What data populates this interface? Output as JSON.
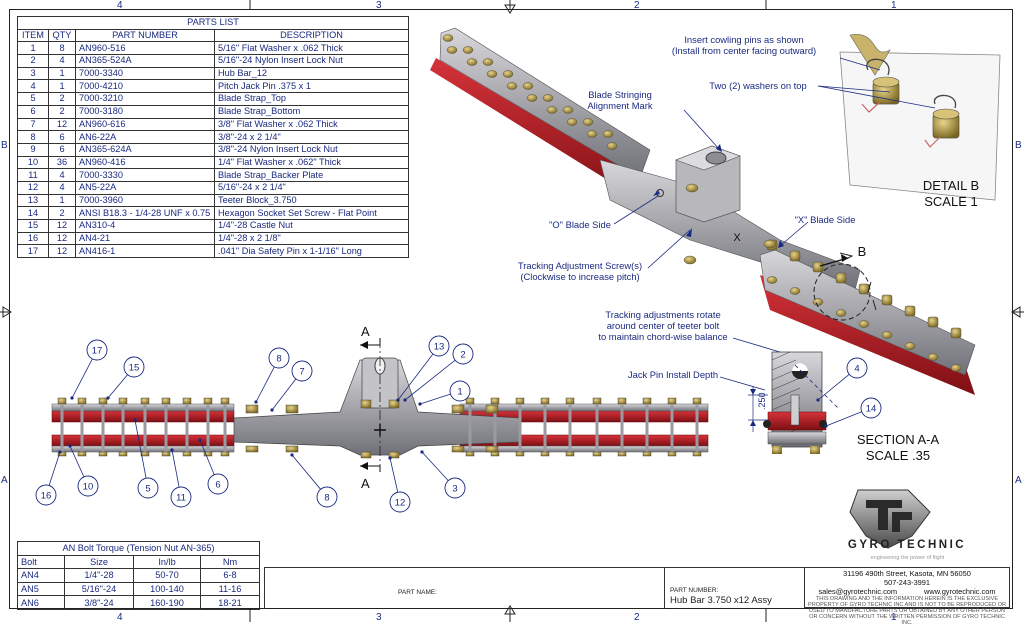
{
  "zones": {
    "top": [
      "4",
      "3",
      "2",
      "1"
    ],
    "left": [
      "B",
      "A"
    ],
    "right": [
      "B",
      "A"
    ]
  },
  "parts_list": {
    "title": "PARTS LIST",
    "headers": [
      "ITEM",
      "QTY",
      "PART NUMBER",
      "DESCRIPTION"
    ],
    "rows": [
      [
        "1",
        "8",
        "AN960-516",
        "5/16\" Flat Washer x .062 Thick"
      ],
      [
        "2",
        "4",
        "AN365-524A",
        "5/16\"-24 Nylon Insert Lock Nut"
      ],
      [
        "3",
        "1",
        "7000-3340",
        "Hub Bar_12"
      ],
      [
        "4",
        "1",
        "7000-4210",
        "Pitch Jack Pin .375 x 1"
      ],
      [
        "5",
        "2",
        "7000-3210",
        "Blade Strap_Top"
      ],
      [
        "6",
        "2",
        "7000-3180",
        "Blade Strap_Bottom"
      ],
      [
        "7",
        "12",
        "AN960-616",
        "3/8\" Flat Washer x .062 Thick"
      ],
      [
        "8",
        "6",
        "AN6-22A",
        "3/8\"-24 x 2 1/4\""
      ],
      [
        "9",
        "6",
        "AN365-624A",
        "3/8\"-24 Nylon Insert Lock Nut"
      ],
      [
        "10",
        "36",
        "AN960-416",
        "1/4\" Flat Washer x .062\" Thick"
      ],
      [
        "11",
        "4",
        "7000-3330",
        "Blade Strap_Backer Plate"
      ],
      [
        "12",
        "4",
        "AN5-22A",
        "5/16\"-24 x 2 1/4\""
      ],
      [
        "13",
        "1",
        "7000-3960",
        "Teeter Block_3.750"
      ],
      [
        "14",
        "2",
        "ANSI B18.3 - 1/4-28 UNF x 0.75",
        "Hexagon Socket Set Screw - Flat Point"
      ],
      [
        "15",
        "12",
        "AN310-4",
        "1/4\"-28 Castle Nut"
      ],
      [
        "16",
        "12",
        "AN4-21",
        "1/4\"-28 x 2 1/8\""
      ],
      [
        "17",
        "12",
        "AN416-1",
        ".041\" Dia Safety Pin x 1-1/16\" Long"
      ]
    ]
  },
  "torque_table": {
    "title": "AN Bolt Torque (Tension Nut AN-365)",
    "headers": [
      "Bolt",
      "Size",
      "In/lb",
      "Nm"
    ],
    "rows": [
      [
        "AN4",
        "1/4\"-28",
        "50-70",
        "6-8"
      ],
      [
        "AN5",
        "5/16\"-24",
        "100-140",
        "11-16"
      ],
      [
        "AN6",
        "3/8\"-24",
        "160-190",
        "18-21"
      ]
    ]
  },
  "annotations": {
    "insert_pins": "Insert cowling pins as shown",
    "insert_pins_2": "(Install from center facing outward)",
    "two_washers": "Two (2) washers on top",
    "stringing": "Blade Stringing",
    "stringing_2": "Alignment Mark",
    "o_side": "\"O\" Blade Side",
    "x_side": "\"X\" Blade Side",
    "tracking_screw": "Tracking Adjustment Screw(s)",
    "tracking_screw_2": "(Clockwise to increase pitch)",
    "tracking_rotate": "Tracking adjustments rotate",
    "tracking_rotate_2": "around center of teeter bolt",
    "tracking_rotate_3": "to maintain chord-wise balance",
    "jack_pin": "Jack Pin Install Depth",
    "dim_250": ".250",
    "detail_b": "DETAIL  B",
    "detail_b_scale": "SCALE 1",
    "section": "SECTION A-A",
    "section_scale": "SCALE .35",
    "b_marker": "B",
    "a_marker": "A",
    "x_mark": "X"
  },
  "balloons": [
    "1",
    "2",
    "3",
    "4",
    "5",
    "6",
    "7",
    "8",
    "8",
    "10",
    "11",
    "12",
    "13",
    "14",
    "15",
    "16",
    "17"
  ],
  "company": {
    "name": "GYRO TECHNIC",
    "tagline": "engineering the power of flight",
    "address": "31196 490th Street, Kasota, MN 56050",
    "phone": "507-243-3991",
    "email": "sales@gyrotechnic.com",
    "website": "www.gyrotechnic.com",
    "disclaimer": "THIS DRAWING AND THE INFORMATION HEREIN IS THE EXCLUSIVE PROPERTY OF GYRO TECHNIC INC AND IS NOT TO BE REPRODUCED OR USED TO MANUFACTURE PARTS OR OBTAINED BY ANY OTHER PERSON OR CONCERN WITHOUT THE WRITTEN PERMISSION OF GYRO TECHNIC INC."
  },
  "title_block": {
    "part_name_label": "PART NAME:",
    "part_number_label": "PART NUMBER:",
    "part_number": "Hub Bar 3.750 x12 Assy"
  },
  "colors": {
    "line_blue": "#1a2a80",
    "strap_red": "#b3191f",
    "metal_grey": "#9c9ca2",
    "brass": "#b59a3c"
  }
}
